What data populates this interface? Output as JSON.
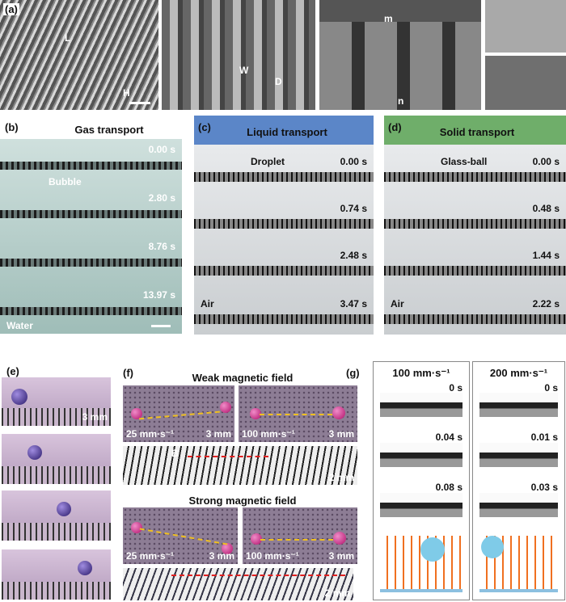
{
  "panel_a": {
    "label": "(a)",
    "dims": {
      "L": "L",
      "H": "H",
      "W": "W",
      "D": "D",
      "m": "m",
      "n": "n"
    }
  },
  "panel_b": {
    "label": "(b)",
    "title": "Gas transport",
    "times": [
      "0.00 s",
      "2.80 s",
      "8.76 s",
      "13.97 s"
    ],
    "annotation": "Bubble",
    "medium": "Water"
  },
  "panel_c": {
    "label": "(c)",
    "title": "Liquid transport",
    "header_color": "#5b86c8",
    "times": [
      "0.00 s",
      "0.74 s",
      "2.48 s",
      "3.47 s"
    ],
    "annotation": "Droplet",
    "medium": "Air"
  },
  "panel_d": {
    "label": "(d)",
    "title": "Solid transport",
    "header_color": "#6fae6a",
    "times": [
      "0.00 s",
      "0.48 s",
      "1.44 s",
      "2.22 s"
    ],
    "annotation": "Glass-ball",
    "medium": "Air"
  },
  "panel_e": {
    "label": "(e)",
    "scale": "3 mm"
  },
  "panel_f": {
    "label": "(f)",
    "weak_title": "Weak magnetic field",
    "strong_title": "Strong magnetic field",
    "speed1": "25 mm·s⁻¹",
    "speed2": "100 mm·s⁻¹",
    "scale": "3 mm",
    "scale_side": "2 mm",
    "field": "B"
  },
  "panel_g": {
    "label": "(g)",
    "col1": {
      "speed": "100 mm·s⁻¹",
      "times": [
        "0 s",
        "0.04 s",
        "0.08 s"
      ]
    },
    "col2": {
      "speed": "200 mm·s⁻¹",
      "times": [
        "0 s",
        "0.01 s",
        "0.03 s"
      ]
    }
  }
}
